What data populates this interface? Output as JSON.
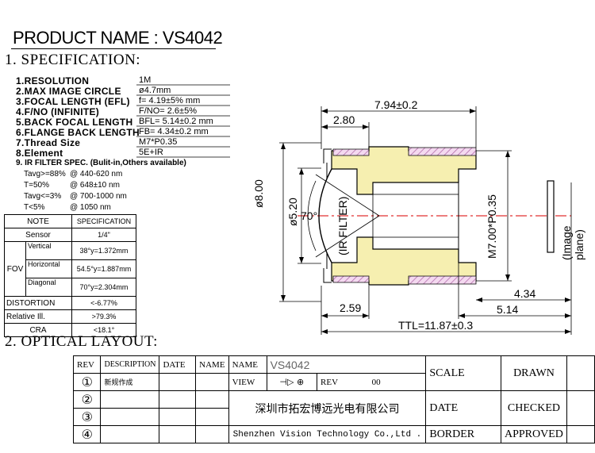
{
  "product_title": "PRODUCT NAME : VS4042",
  "section1": "1. SPECIFICATION:",
  "section2": "2. OPTICAL LAYOUT:",
  "specs": [
    {
      "label": "1.RESOLUTION",
      "value": "1M"
    },
    {
      "label": "2.MAX IMAGE CIRCLE",
      "value": "ø4.7mm"
    },
    {
      "label": "3.FOCAL LENGTH (EFL)",
      "value": "f= 4.19±5% mm"
    },
    {
      "label": "4.F/NO (INFINITE)",
      "value": "F/NO= 2.6±5%"
    },
    {
      "label": "5.BACK FOCAL LENGTH",
      "value": "BFL= 5.14±0.2 mm"
    },
    {
      "label": "6.FLANGE BACK LENGTH",
      "value": "FB= 4.34±0.2 mm"
    },
    {
      "label": "7.Thread Size",
      "value": "M7*P0.35"
    },
    {
      "label": "8.Element",
      "value": "5E+IR"
    }
  ],
  "ir_filter": {
    "heading": "9. IR FILTER SPEC. (Bulit-in,Others available)",
    "rows": [
      {
        "k": "Tavg>=88%",
        "v": "@ 440-620 nm"
      },
      {
        "k": "T=50%",
        "v": "@ 648±10 nm"
      },
      {
        "k": "Tavg<=3%",
        "v": "@ 700-1000 nm"
      },
      {
        "k": "T<5%",
        "v": "@ 1050 nm"
      }
    ]
  },
  "note_table": {
    "h_note": "NOTE",
    "h_spec": "SPECIFICATION",
    "sensor_label": "Sensor",
    "sensor_value": "1/4\"",
    "fov_label": "FOV",
    "fov_rows": [
      {
        "k": "Vertical",
        "v": "38°y=1.372mm"
      },
      {
        "k": "Horizontal",
        "v": "54.5°y=1.887mm"
      },
      {
        "k": "Diagonal",
        "v": "70°y=2.304mm"
      }
    ],
    "distortion_label": "DISTORTION",
    "distortion_value": "<-6.77%",
    "relill_label": "Relative Ill.",
    "relill_value": ">79.3%",
    "cra_label": "CRA",
    "cra_value": "<18.1°"
  },
  "drawing": {
    "dim_total_top": "7.94±0.2",
    "dim_280": "2.80",
    "dim_dia8": "ø8.00",
    "dim_dia52": "ø5.20",
    "angle": "70°",
    "ir_filter_label": "(IR FILTER)",
    "thread_label": "M7.00*P0.35",
    "image_plane": "(Image plane)",
    "dim_434": "4.34",
    "dim_514": "5.14",
    "dim_259": "2.59",
    "ttl": "TTL=11.87±0.3",
    "body_fill": "#f6efb0",
    "hatch_color": "#b06aa8",
    "axis_color": "#e03030"
  },
  "title_block": {
    "h_rev": "REV",
    "h_description": "DESCRIPTION",
    "h_date": "DATE",
    "h_name": "NAME",
    "rev_rows": [
      "①",
      "②",
      "③",
      "④"
    ],
    "rev1_desc": "新规作成",
    "name_label": "NAME",
    "name_value": "VS4042",
    "view_label": "VIEW",
    "view_symbol": "⊣▷ ⊕",
    "rev_label": "REV",
    "rev_value": "00",
    "company_cn": "深圳市拓宏博远光电有限公司",
    "company_en": "Shenzhen Vision Technology Co.,Ltd .",
    "scale": "SCALE",
    "date": "DATE",
    "border": "BORDER",
    "drawn": "DRAWN",
    "checked": "CHECKED",
    "approved": "APPROVED"
  }
}
